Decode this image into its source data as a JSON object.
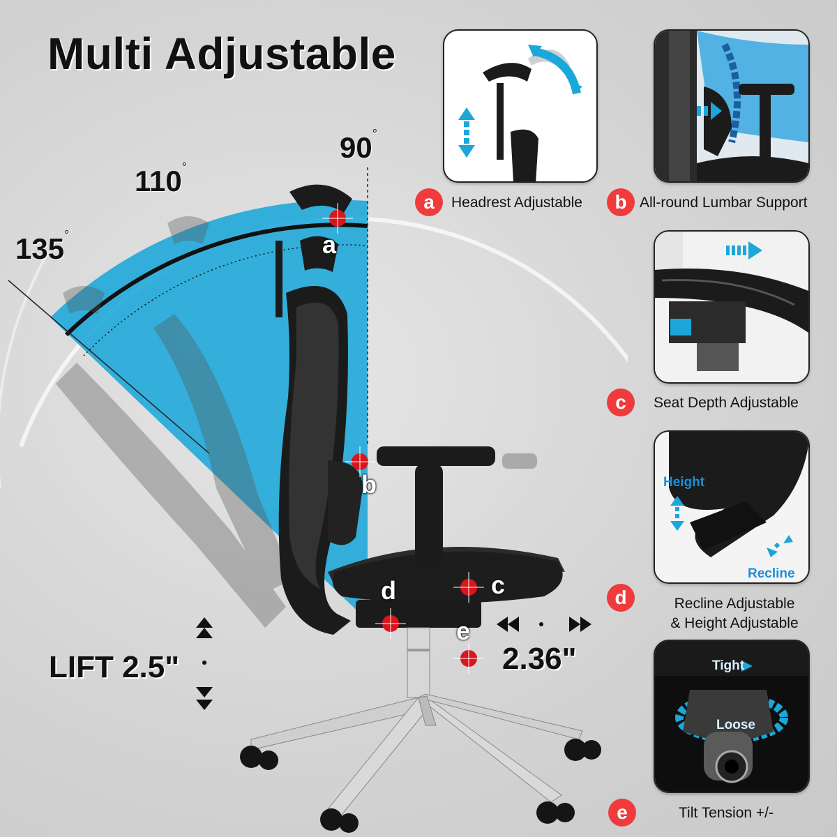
{
  "title": "Multi Adjustable",
  "angles": {
    "a90": "90",
    "a110": "110",
    "a135": "135",
    "degree_symbol": "°"
  },
  "lift": "LIFT 2.5\"",
  "depth": "2.36\"",
  "hotspots": {
    "a": "a",
    "b": "b",
    "c": "c",
    "d": "d",
    "e": "e"
  },
  "features": [
    {
      "letter": "a",
      "label": "Headrest Adjustable"
    },
    {
      "letter": "b",
      "label": "All-round Lumbar Support"
    },
    {
      "letter": "c",
      "label": "Seat Depth Adjustable"
    },
    {
      "letter": "d",
      "label_line1": "Recline Adjustable",
      "label_line2": "& Height Adjustable"
    },
    {
      "letter": "e",
      "label": "Tilt Tension +/-"
    }
  ],
  "panel_text": {
    "height": "Height",
    "recline": "Recline",
    "tight": "Tight",
    "loose": "Loose"
  },
  "colors": {
    "accent_blue": "#1ba7d9",
    "badge_red": "#ef3b3b",
    "marker_red": "#d8161b"
  }
}
